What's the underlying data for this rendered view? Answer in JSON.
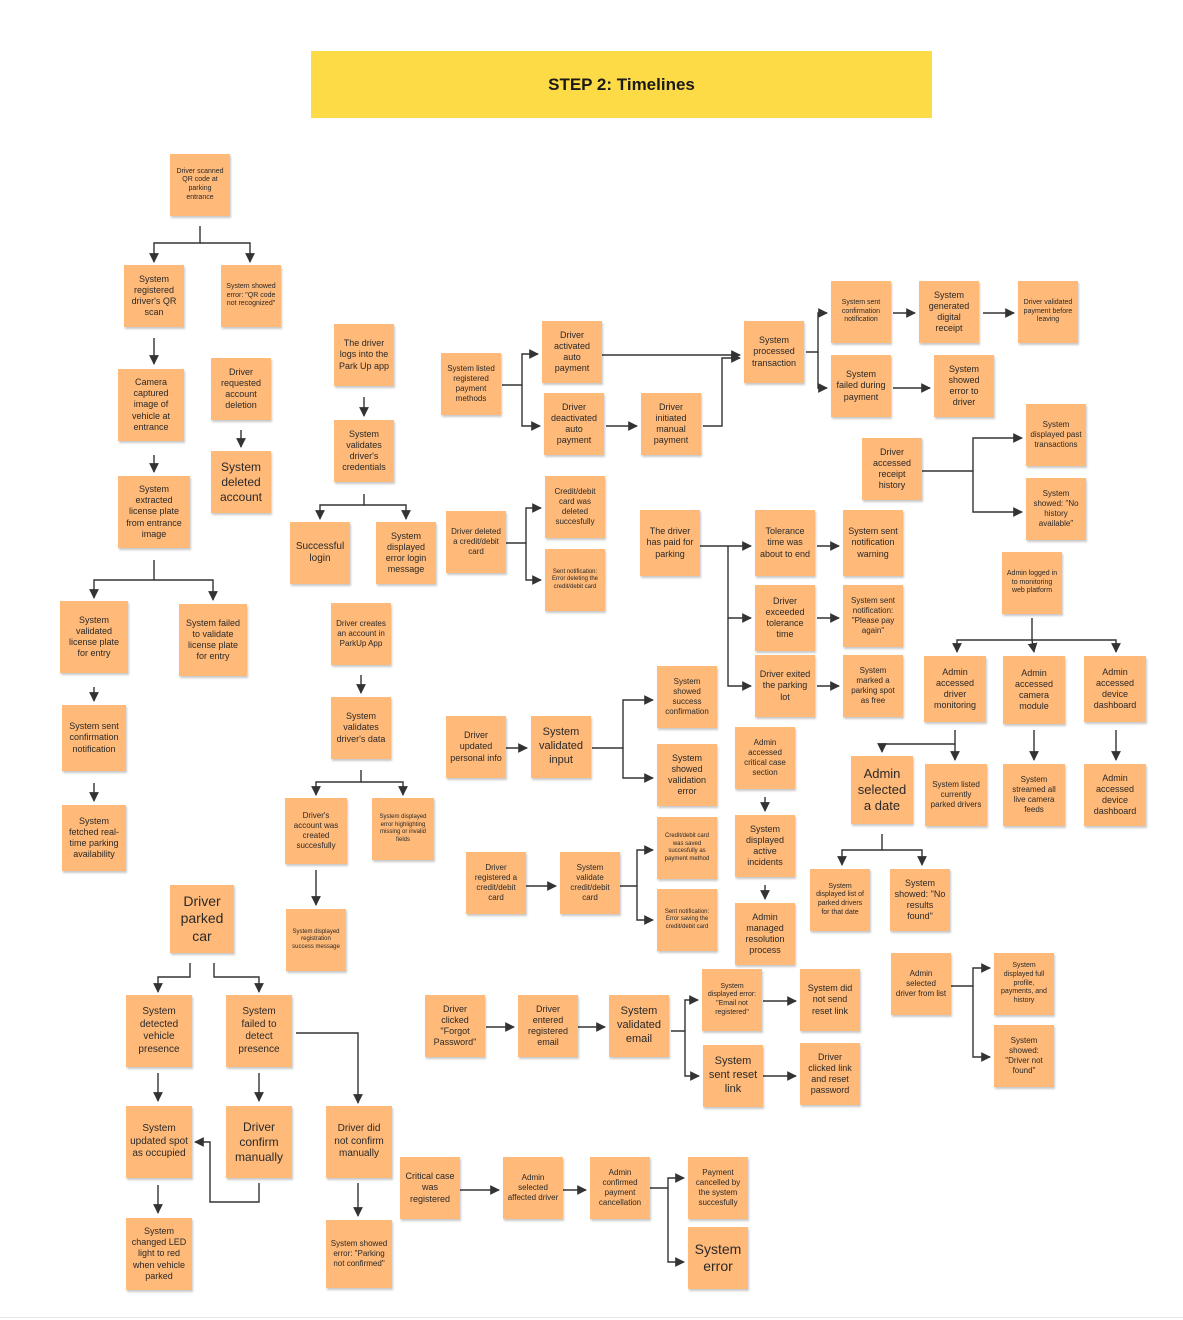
{
  "title": "STEP 2: Timelines",
  "colors": {
    "sticky": "#ffb978",
    "title_bg": "#fddb47",
    "arrow": "#333333"
  },
  "notes": [
    {
      "id": "n1",
      "text": "Driver scanned QR code at parking entrance"
    },
    {
      "id": "n2",
      "text": "System registered driver's QR scan"
    },
    {
      "id": "n3",
      "text": "System showed error: \"QR code not recognized\""
    },
    {
      "id": "n4",
      "text": "Camera captured image of vehicle at entrance"
    },
    {
      "id": "n5",
      "text": "Driver requested account deletion"
    },
    {
      "id": "n6",
      "text": "System deleted account"
    },
    {
      "id": "n7",
      "text": "System extracted license plate from entrance image"
    },
    {
      "id": "n8",
      "text": "System validated license plate for entry"
    },
    {
      "id": "n9",
      "text": "System failed to validate license plate for entry"
    },
    {
      "id": "n10",
      "text": "System sent confirmation notification"
    },
    {
      "id": "n11",
      "text": "System fetched real-time parking availability"
    },
    {
      "id": "n12",
      "text": "The driver logs into the Park Up app"
    },
    {
      "id": "n13",
      "text": "System validates driver's credentials"
    },
    {
      "id": "n14",
      "text": "Successful login"
    },
    {
      "id": "n15",
      "text": "System displayed error login message"
    },
    {
      "id": "n16",
      "text": "Driver creates an account in ParkUp App"
    },
    {
      "id": "n17",
      "text": "System validates driver's data"
    },
    {
      "id": "n18",
      "text": "Driver's account was created succesfully"
    },
    {
      "id": "n19",
      "text": "System displayed error highlighting missing or invalid fields"
    },
    {
      "id": "n20",
      "text": "System displayed registration success message"
    },
    {
      "id": "n21",
      "text": "Driver parked car"
    },
    {
      "id": "n22",
      "text": "System detected vehicle presence"
    },
    {
      "id": "n23",
      "text": "System failed to detect presence"
    },
    {
      "id": "n24",
      "text": "System updated spot as occupied"
    },
    {
      "id": "n25",
      "text": "Driver confirm manually"
    },
    {
      "id": "n26",
      "text": "Driver did not confirm manually"
    },
    {
      "id": "n27",
      "text": "System changed LED light to red when vehicle parked"
    },
    {
      "id": "n28",
      "text": "System showed error: \"Parking not confirmed\""
    },
    {
      "id": "n29",
      "text": "System listed registered payment methods"
    },
    {
      "id": "n30",
      "text": "Driver activated auto payment"
    },
    {
      "id": "n31",
      "text": "Driver deactivated auto payment"
    },
    {
      "id": "n32",
      "text": "Driver initiated manual payment"
    },
    {
      "id": "n33",
      "text": "System processed transaction"
    },
    {
      "id": "n34",
      "text": "System sent confirmation notification"
    },
    {
      "id": "n35",
      "text": "System generated digital receipt"
    },
    {
      "id": "n36",
      "text": "Driver validated payment before leaving"
    },
    {
      "id": "n37",
      "text": "System failed during payment"
    },
    {
      "id": "n38",
      "text": "System showed error to driver"
    },
    {
      "id": "n39",
      "text": "Driver deleted a credit/debit card"
    },
    {
      "id": "n40",
      "text": "Credit/debit card was deleted succesfully"
    },
    {
      "id": "n41",
      "text": "Sent notification: Error deleting the credit/debit card"
    },
    {
      "id": "n42",
      "text": "Driver accessed receipt history"
    },
    {
      "id": "n43",
      "text": "System displayed past transactions"
    },
    {
      "id": "n44",
      "text": "System showed: \"No history available\""
    },
    {
      "id": "n45",
      "text": "The driver has paid for parking"
    },
    {
      "id": "n46",
      "text": "Tolerance time was about to end"
    },
    {
      "id": "n47",
      "text": "System sent notification warning"
    },
    {
      "id": "n48",
      "text": "Driver exceeded tolerance time"
    },
    {
      "id": "n49",
      "text": "System sent notification: \"Please pay again\""
    },
    {
      "id": "n50",
      "text": "Driver exited the parking lot"
    },
    {
      "id": "n51",
      "text": "System marked a parking spot as free"
    },
    {
      "id": "n52",
      "text": "Admin logged in to monitoring web platform"
    },
    {
      "id": "n53",
      "text": "Admin accessed driver monitoring"
    },
    {
      "id": "n54",
      "text": "Admin accessed camera module"
    },
    {
      "id": "n55",
      "text": "Admin accessed device dashboard"
    },
    {
      "id": "n56",
      "text": "Admin selected a date"
    },
    {
      "id": "n57",
      "text": "System listed currently parked drivers"
    },
    {
      "id": "n58",
      "text": "System streamed all live camera feeds"
    },
    {
      "id": "n59",
      "text": "Admin accessed device dashboard"
    },
    {
      "id": "n60",
      "text": "System displayed list of parked drivers for that date"
    },
    {
      "id": "n61",
      "text": "System showed: \"No results found\""
    },
    {
      "id": "n62",
      "text": "Driver updated personal info"
    },
    {
      "id": "n63",
      "text": "System validated input"
    },
    {
      "id": "n64",
      "text": "System showed success confirmation"
    },
    {
      "id": "n65",
      "text": "System showed validation error"
    },
    {
      "id": "n66",
      "text": "Admin accessed critical case section"
    },
    {
      "id": "n67",
      "text": "System displayed active incidents"
    },
    {
      "id": "n68",
      "text": "Admin managed resolution process"
    },
    {
      "id": "n69",
      "text": "Driver registered a credit/debit card"
    },
    {
      "id": "n70",
      "text": "System validate credit/debit card"
    },
    {
      "id": "n71",
      "text": "Credit/debit card was saved succesfully as payment method"
    },
    {
      "id": "n72",
      "text": "Sent notification: Error saving the credit/debit card"
    },
    {
      "id": "n73",
      "text": "Driver clicked \"Forgot Password\""
    },
    {
      "id": "n74",
      "text": "Driver entered registered email"
    },
    {
      "id": "n75",
      "text": "System validated email"
    },
    {
      "id": "n76",
      "text": "System displayed error: \"Email not registered\""
    },
    {
      "id": "n77",
      "text": "System did not send reset link"
    },
    {
      "id": "n78",
      "text": "System sent reset link"
    },
    {
      "id": "n79",
      "text": "Driver clicked link and reset password"
    },
    {
      "id": "n80",
      "text": "Admin selected driver from list"
    },
    {
      "id": "n81",
      "text": "System displayed full profile, payments, and history"
    },
    {
      "id": "n82",
      "text": "System showed: \"Driver not found\""
    },
    {
      "id": "n83",
      "text": "Critical case was registered"
    },
    {
      "id": "n84",
      "text": "Admin selected affected driver"
    },
    {
      "id": "n85",
      "text": "Admin confirmed payment cancellation"
    },
    {
      "id": "n86",
      "text": "Payment cancelled by the system succesfully"
    },
    {
      "id": "n87",
      "text": "System error"
    }
  ]
}
